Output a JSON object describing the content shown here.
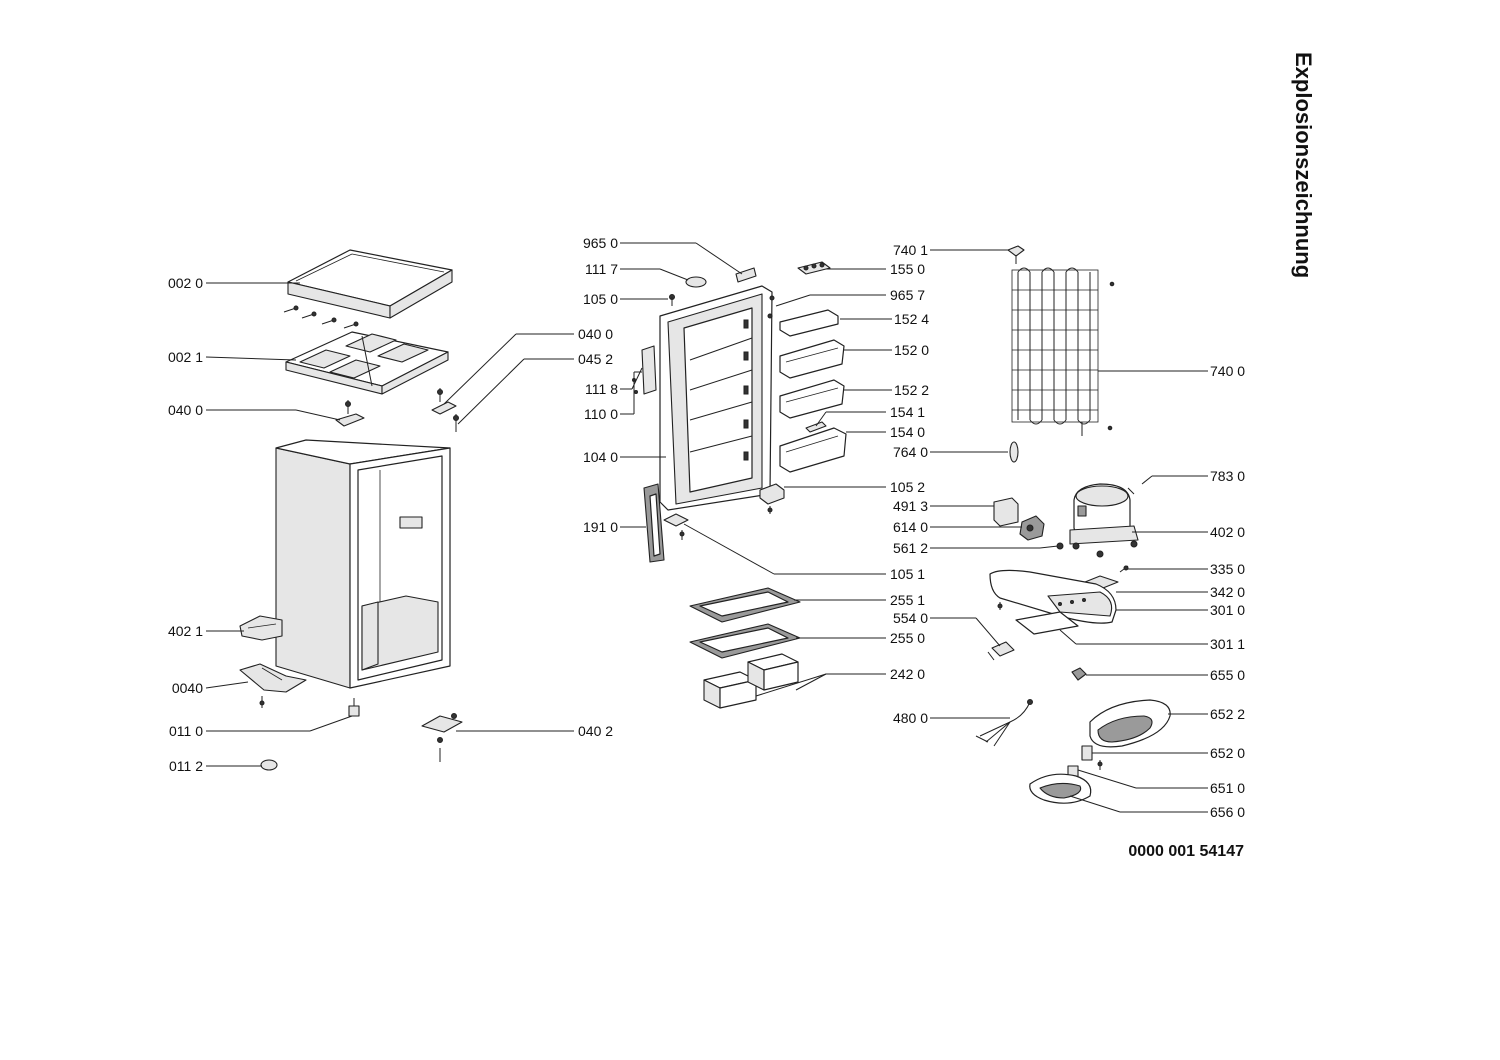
{
  "title": "Explosionszeichnung",
  "document_number": "0000 001 54147",
  "labels": {
    "l_002_0": "002 0",
    "l_002_1": "002 1",
    "l_040_0_left": "040 0",
    "l_402_1": "402 1",
    "l_0040": "0040",
    "l_011_0": "011 0",
    "l_011_2": "011 2",
    "l_040_2": "040 2",
    "l_040_0_mid": "040 0",
    "l_045_2": "045 2",
    "l_965_0": "965 0",
    "l_111_7": "111 7",
    "l_105_0": "105 0",
    "l_111_8": "111 8",
    "l_110_0": "110 0",
    "l_104_0": "104 0",
    "l_191_0": "191 0",
    "l_105_1": "105 1",
    "l_155_0": "155 0",
    "l_965_7": "965 7",
    "l_152_4": "152 4",
    "l_152_0": "152 0",
    "l_152_2": "152 2",
    "l_154_1": "154 1",
    "l_154_0": "154 0",
    "l_764_0": "764 0",
    "l_105_2": "105 2",
    "l_491_3": "491 3",
    "l_614_0": "614 0",
    "l_561_2": "561 2",
    "l_255_1": "255 1",
    "l_554_0": "554 0",
    "l_255_0": "255 0",
    "l_242_0": "242 0",
    "l_480_0": "480 0",
    "l_740_1": "740 1",
    "l_740_0": "740 0",
    "l_783_0": "783 0",
    "l_402_0": "402 0",
    "l_335_0": "335 0",
    "l_342_0": "342 0",
    "l_301_0": "301 0",
    "l_301_1": "301 1",
    "l_655_0": "655 0",
    "l_652_2": "652 2",
    "l_652_0": "652 0",
    "l_651_0": "651 0",
    "l_656_0": "656 0"
  }
}
